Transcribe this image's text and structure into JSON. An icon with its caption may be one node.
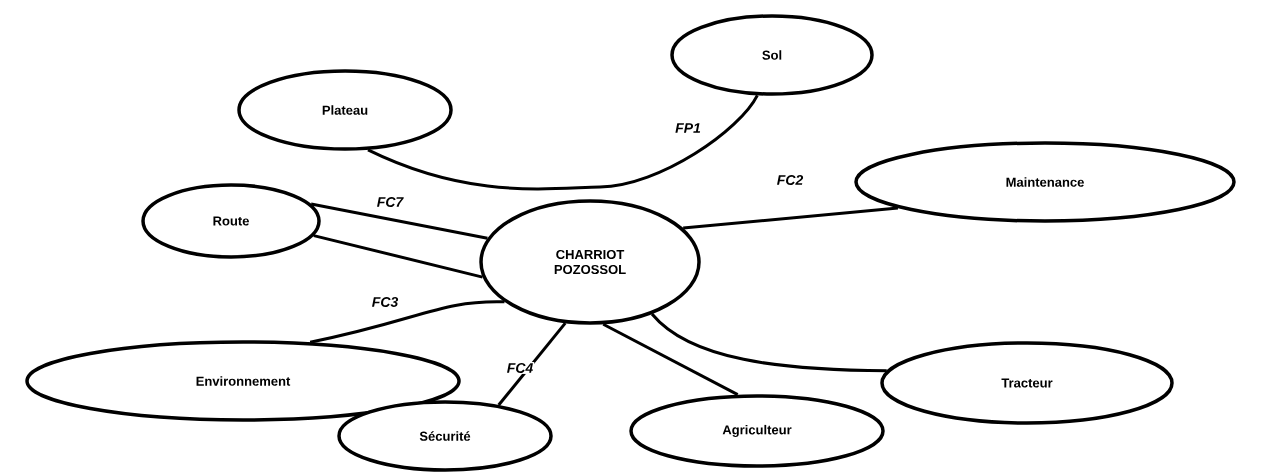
{
  "diagram": {
    "nodes": [
      {
        "text": [
          "CHARRIOT POZOSSOL"
        ]
      },
      {
        "text": [
          "Plateau"
        ]
      },
      {
        "text": [
          "Sol"
        ]
      },
      {
        "text": [
          "Route"
        ]
      },
      {
        "text": [
          "Maintenance"
        ]
      },
      {
        "text": [
          "Environnement"
        ]
      },
      {
        "text": [
          "Sécurité"
        ]
      },
      {
        "text": [
          "Agriculteur"
        ]
      },
      {
        "text": [
          "Tracteur"
        ]
      }
    ],
    "edges": [
      {
        "from": 1,
        "to": 2,
        "arrow": "none",
        "label": "FP1"
      },
      {
        "from": 3,
        "to": 0,
        "arrow": "none",
        "label": "FC7"
      },
      {
        "from": 3,
        "to": 0,
        "arrow": "none"
      },
      {
        "from": 0,
        "to": 4,
        "arrow": "none",
        "label": "FC2"
      },
      {
        "from": 0,
        "to": 5,
        "arrow": "none",
        "label": "FC3"
      },
      {
        "from": 0,
        "to": 6,
        "arrow": "none",
        "label": "FC4"
      },
      {
        "from": 0,
        "to": 7,
        "arrow": "none"
      },
      {
        "from": 0,
        "to": 8,
        "arrow": "none"
      }
    ]
  }
}
